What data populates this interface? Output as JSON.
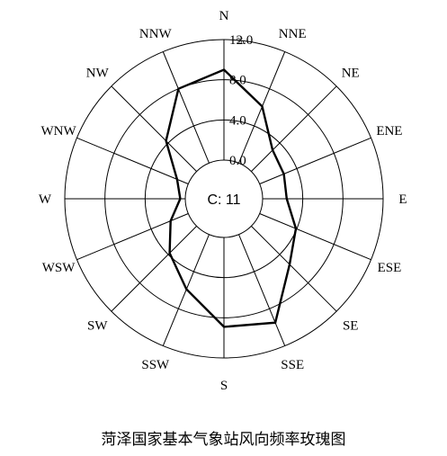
{
  "chart_data": {
    "type": "radar",
    "title": "菏泽国家基本气象站风向频率玫瑰图",
    "unit": "%",
    "calm": {
      "label": "C:",
      "value": 11
    },
    "rlim": [
      0,
      12
    ],
    "ticks": [
      "0.0",
      "4.0",
      "8.0",
      "12.0"
    ],
    "directions": [
      "N",
      "NNE",
      "NE",
      "ENE",
      "E",
      "ESE",
      "SE",
      "SSE",
      "S",
      "SSW",
      "SW",
      "WSW",
      "W",
      "WNW",
      "NW",
      "NNW"
    ],
    "values": [
      9.0,
      6.1,
      3.0,
      2.6,
      2.4,
      3.9,
      5.4,
      9.5,
      8.9,
      5.9,
      3.8,
      1.9,
      0.5,
      1.2,
      4.3,
      8.0
    ],
    "grid": true
  }
}
